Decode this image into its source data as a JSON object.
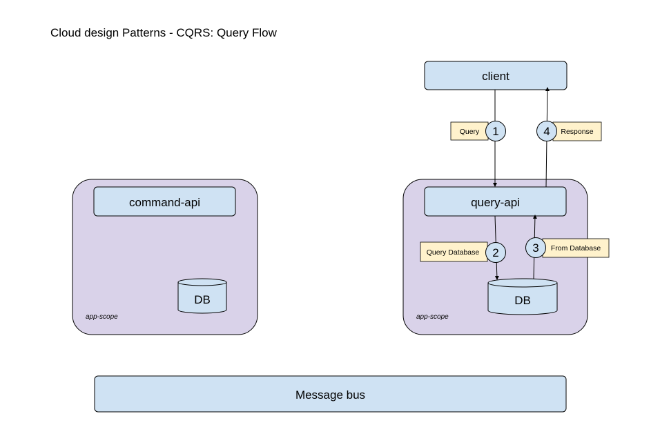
{
  "title": "Cloud design Patterns - CQRS: Query Flow",
  "colors": {
    "scope_fill": "#d9d2e9",
    "box_fill": "#cfe2f3",
    "tag_fill": "#fff2cc",
    "stroke": "#000000"
  },
  "client": {
    "label": "client"
  },
  "left_scope": {
    "service": "command-api",
    "db": "DB",
    "scope_label": "app-scope"
  },
  "right_scope": {
    "service": "query-api",
    "db": "DB",
    "scope_label": "app-scope"
  },
  "message_bus": {
    "label": "Message bus"
  },
  "steps": [
    {
      "number": "1",
      "label": "Query"
    },
    {
      "number": "2",
      "label": "Query Database"
    },
    {
      "number": "3",
      "label": "From Database"
    },
    {
      "number": "4",
      "label": "Response"
    }
  ]
}
